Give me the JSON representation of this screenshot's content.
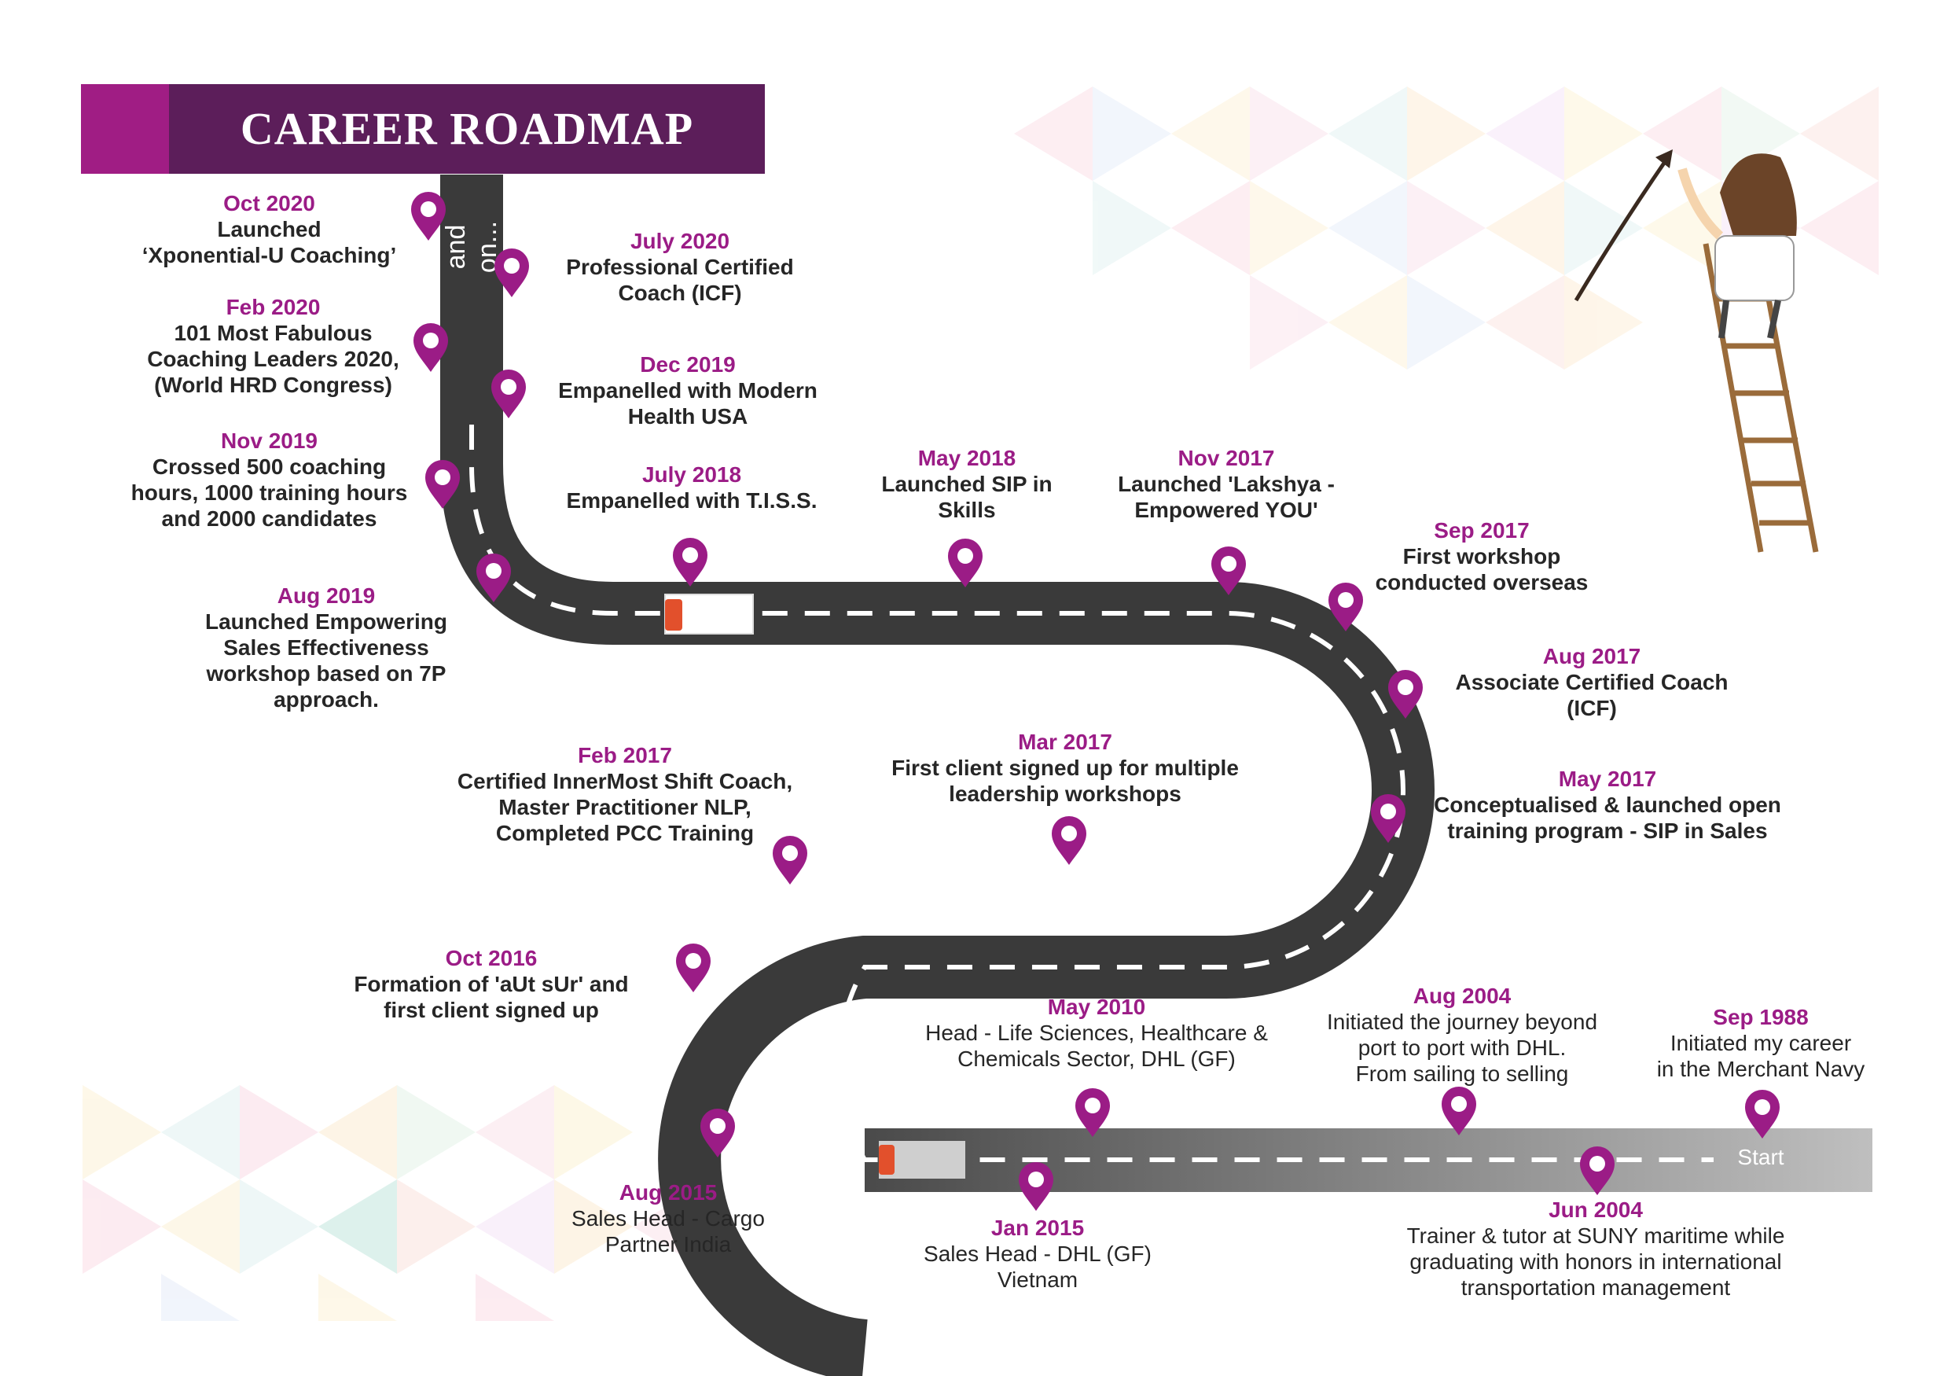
{
  "header": {
    "title": "CAREER ROADMAP"
  },
  "road": {
    "continuation_label": "and on...",
    "start_label": "Start"
  },
  "colors": {
    "header_bg": "#5c1e5a",
    "header_accent": "#a01d84",
    "date_text": "#9b1c86",
    "pin": "#9b1c86",
    "road_dark": "#3a3a3a",
    "road_light": "#bdbdbd",
    "ladder": "#9a6b3a"
  },
  "milestones": [
    {
      "date": "Sep 1988",
      "text": "Initiated my career\nin the Merchant Navy"
    },
    {
      "date": "Jun 2004",
      "text": "Trainer & tutor at SUNY maritime while\ngraduating with honors in international\ntransportation management"
    },
    {
      "date": "Aug 2004",
      "text": "Initiated the journey beyond\nport to port with DHL.\nFrom sailing to selling"
    },
    {
      "date": "May 2010",
      "text": "Head - Life Sciences, Healthcare &\nChemicals Sector, DHL (GF)"
    },
    {
      "date": "Jan 2015",
      "text": "Sales Head - DHL (GF)\nVietnam"
    },
    {
      "date": "Aug 2015",
      "text": "Sales Head - Cargo\nPartner India"
    },
    {
      "date": "Oct 2016",
      "text": "Formation of 'aUt sUr' and\nfirst client signed up"
    },
    {
      "date": "Feb 2017",
      "text": "Certified InnerMost Shift Coach,\nMaster Practitioner NLP,\nCompleted PCC Training"
    },
    {
      "date": "Mar 2017",
      "text": "First client signed up for multiple\nleadership workshops"
    },
    {
      "date": "May 2017",
      "text": "Conceptualised & launched open\ntraining program - SIP in Sales"
    },
    {
      "date": "Aug 2017",
      "text": "Associate Certified Coach\n(ICF)"
    },
    {
      "date": "Sep 2017",
      "text": "First workshop\nconducted overseas"
    },
    {
      "date": "Nov 2017",
      "text": "Launched 'Lakshya -\nEmpowered YOU'"
    },
    {
      "date": "May 2018",
      "text": "Launched SIP in\nSkills"
    },
    {
      "date": "July 2018",
      "text": "Empanelled with T.I.S.S."
    },
    {
      "date": "Aug 2019",
      "text": "Launched Empowering\nSales Effectiveness\nworkshop based on 7P\napproach."
    },
    {
      "date": "Nov 2019",
      "text": "Crossed 500 coaching\nhours, 1000 training hours\nand 2000 candidates"
    },
    {
      "date": "Dec 2019",
      "text": "Empanelled with Modern\nHealth USA"
    },
    {
      "date": "Feb 2020",
      "text": "101 Most Fabulous\nCoaching Leaders 2020,\n(World HRD Congress)"
    },
    {
      "date": "July 2020",
      "text": "Professional Certified\nCoach (ICF)"
    },
    {
      "date": "Oct 2020",
      "text": "Launched\n‘Xponential-U Coaching’"
    }
  ]
}
